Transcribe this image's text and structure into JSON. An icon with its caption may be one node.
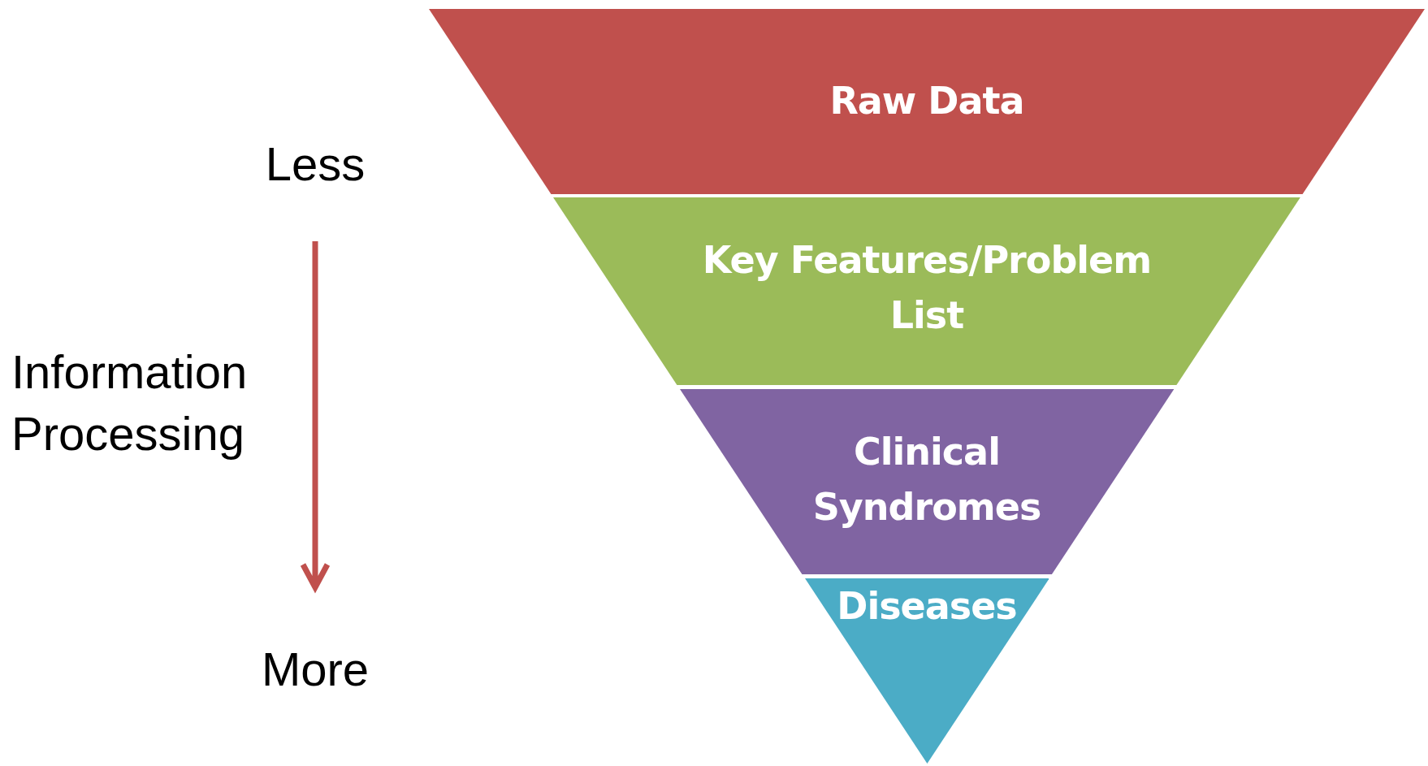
{
  "diagram": {
    "nodes": [
      {
        "text": [
          "Raw Data"
        ]
      },
      {
        "text": [
          "Key Features/Problem List"
        ]
      },
      {
        "text": [
          "Clinical Syndromes"
        ]
      },
      {
        "text": [
          "Diseases"
        ]
      }
    ],
    "labels": [
      "Less",
      "Information Processing",
      "More"
    ]
  }
}
